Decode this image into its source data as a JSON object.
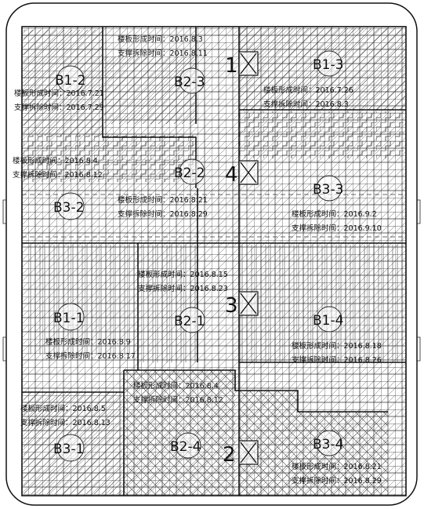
{
  "diagram": {
    "title": "",
    "zones": [
      {
        "id": "B1-2",
        "label": "B1-2"
      },
      {
        "id": "B2-3",
        "label": "B2-3"
      },
      {
        "id": "B1-3",
        "label": "B1-3"
      },
      {
        "id": "B2-2",
        "label": "B2-2"
      },
      {
        "id": "B3-3",
        "label": "B3-3"
      },
      {
        "id": "B3-2",
        "label": "B3-2"
      },
      {
        "id": "B1-1",
        "label": "B1-1"
      },
      {
        "id": "B2-1",
        "label": "B2-1"
      },
      {
        "id": "B1-4",
        "label": "B1-4"
      },
      {
        "id": "B2-4",
        "label": "B2-4"
      },
      {
        "id": "B3-1",
        "label": "B3-1"
      },
      {
        "id": "B3-4",
        "label": "B3-4"
      }
    ],
    "big_marks": [
      {
        "id": "m1",
        "label": "1"
      },
      {
        "id": "m4",
        "label": "4"
      },
      {
        "id": "m3",
        "label": "3"
      },
      {
        "id": "m2",
        "label": "2"
      }
    ],
    "annotations": [
      {
        "id": "a1",
        "form": "楼板形成时间：2016.8.3",
        "remove": "支撑拆除时间：2016.8.11"
      },
      {
        "id": "a2",
        "form": "楼板形成时间：2016.7.21",
        "remove": "支撑拆除时间：2016.7.29"
      },
      {
        "id": "a3",
        "form": "楼板形成时间：2016.7.26",
        "remove": "支撑拆除时间：2016.8.3"
      },
      {
        "id": "a4",
        "form": "楼板形成时间：2016.8.4",
        "remove": "支撑拆除时间：2016.8.12"
      },
      {
        "id": "a5",
        "form": "楼板形成时间：2016.8.21",
        "remove": "支撑拆除时间：2016.8.29"
      },
      {
        "id": "a6",
        "form": "楼板形成时间：2016.9.2",
        "remove": "支撑拆除时间：2016.9.10"
      },
      {
        "id": "a7",
        "form": "楼板形成时间：2016.8.15",
        "remove": "支撑拆除时间：2016.8.23"
      },
      {
        "id": "a8",
        "form": "楼板形成时间：2016.8.9",
        "remove": "支撑拆除时间：2016.8.17"
      },
      {
        "id": "a9",
        "form": "楼板形成时间：2016.8.18",
        "remove": "支撑拆除时间：2016.8.26"
      },
      {
        "id": "a10",
        "form": "楼板形成时间：2016.8.4",
        "remove": "支撑拆除时间：2016.8.12"
      },
      {
        "id": "a11",
        "form": "楼板形成时间：2016.8.5",
        "remove": "支撑拆除时间：2016.8.13"
      },
      {
        "id": "a12",
        "form": "楼板形成时间：2016.8.21",
        "remove": "支撑拆除时间：2016.8.29"
      }
    ]
  }
}
